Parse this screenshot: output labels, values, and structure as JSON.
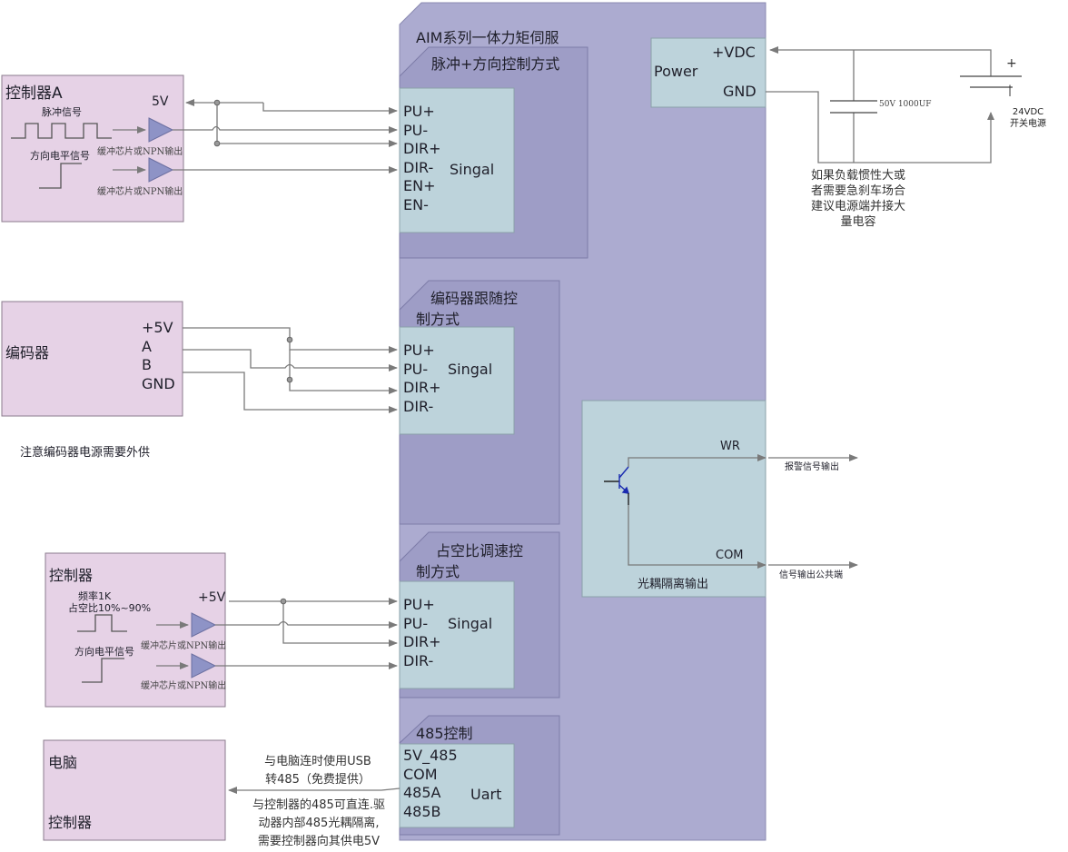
{
  "colors": {
    "driver_body": "#acabd0",
    "section_bg": "#9e9dc6",
    "io_block": "#bdd3db",
    "controller_bg": "#e6d2e6",
    "buffer_fill": "#8e93c6",
    "wire": "#7a7a7a",
    "transistor": "#1a2bb0"
  },
  "driver": {
    "title": "AIM系列一体力矩伺服",
    "power": {
      "label": "Power",
      "vdc": "+VDC",
      "gnd": "GND"
    },
    "sections": [
      {
        "title": "脉冲+方向控制方式",
        "block_label": "Singal",
        "pins": [
          "PU+",
          "PU-",
          "DIR+",
          "DIR-",
          "EN+",
          "EN-"
        ]
      },
      {
        "title_line1": "编码器跟随控",
        "title_line2": "制方式",
        "block_label": "Singal",
        "pins": [
          "PU+",
          "PU-",
          "DIR+",
          "DIR-"
        ]
      },
      {
        "title_line1": "占空比调速控",
        "title_line2": "制方式",
        "block_label": "Singal",
        "pins": [
          "PU+",
          "PU-",
          "DIR+",
          "DIR-"
        ]
      },
      {
        "title": "485控制",
        "block_label": "Uart",
        "pins": [
          "5V_485",
          "COM",
          "485A",
          "485B"
        ]
      }
    ],
    "optocoupler": {
      "title": "光耦隔离输出",
      "wr": "WR",
      "com": "COM",
      "wr_out": "报警信号输出",
      "com_out": "信号输出公共端"
    }
  },
  "controller_a": {
    "title": "控制器A",
    "supply": "5V",
    "pulse_label": "脉冲信号",
    "dir_label": "方向电平信号",
    "buffer_label": "缓冲芯片或NPN输出"
  },
  "encoder": {
    "title": "编码器",
    "pins": [
      "+5V",
      "A",
      "B",
      "GND"
    ],
    "note": "注意编码器电源需要外供"
  },
  "controller_pwm": {
    "title": "控制器",
    "supply": "+5V",
    "freq_line1": "频率1K",
    "freq_line2": "占空比10%~90%",
    "dir_label": "方向电平信号",
    "buffer_label": "缓冲芯片或NPN输出"
  },
  "pc_box": {
    "line1": "电脑",
    "line2": "控制器"
  },
  "rs485_notes": {
    "usb_line1": "与电脑连时使用USB",
    "usb_line2": "转485（免费提供）",
    "direct_line1": "与控制器的485可直连.驱",
    "direct_line2": "动器内部485光耦隔离,",
    "direct_line3": "需要控制器向其供电5V"
  },
  "power_supply": {
    "capacitor": "50V 1000UF",
    "plus": "+",
    "minus": "|",
    "source_line1": "24VDC",
    "source_line2": "开关电源",
    "note_line1": "如果负载惯性大或",
    "note_line2": "者需要急刹车场合",
    "note_line3": "建议电源端并接大",
    "note_line4": "量电容"
  }
}
